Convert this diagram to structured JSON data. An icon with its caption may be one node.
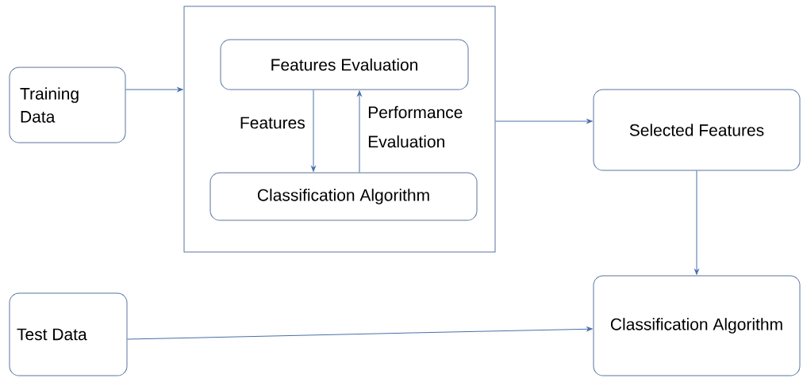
{
  "diagram": {
    "nodes": [
      {
        "text": [
          "Training Data"
        ]
      },
      {
        "text": [],
        "shape": "box"
      },
      {
        "text": [
          "Features Evaluation"
        ],
        "in": 1
      },
      {
        "text": [
          "Classification Algorithm"
        ],
        "in": 1
      },
      {
        "text": [
          "Selected Features"
        ]
      },
      {
        "text": [
          "Test Data"
        ]
      },
      {
        "text": [
          "Classification Algorithm"
        ]
      }
    ],
    "edges": [
      {
        "from": 0,
        "to": 1,
        "arrow": "to"
      },
      {
        "from": 2,
        "to": 3,
        "arrow": "to",
        "label": "Features"
      },
      {
        "from": 3,
        "to": 2,
        "arrow": "to",
        "label": "Performance Evaluation"
      },
      {
        "from": 1,
        "to": 4,
        "arrow": "to"
      },
      {
        "from": 4,
        "to": 6,
        "arrow": "to"
      },
      {
        "from": 5,
        "to": 6,
        "arrow": "to"
      }
    ]
  }
}
